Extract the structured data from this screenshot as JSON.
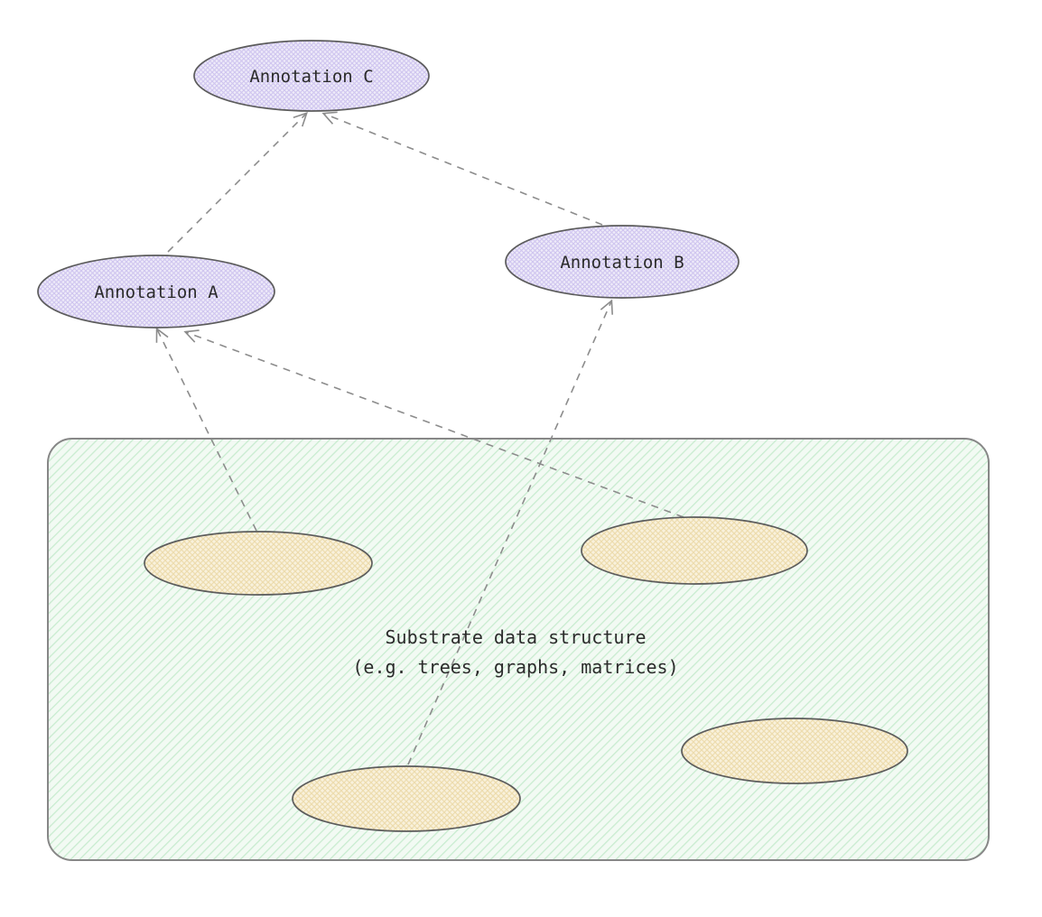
{
  "diagram": {
    "annotations": [
      {
        "id": "annotation-c",
        "label": "Annotation C"
      },
      {
        "id": "annotation-a",
        "label": "Annotation A"
      },
      {
        "id": "annotation-b",
        "label": "Annotation B"
      }
    ],
    "substrate": {
      "label_line1": "Substrate data structure",
      "label_line2": "(e.g. trees, graphs, matrices)",
      "region_count": 4
    },
    "edges": [
      {
        "from": "annotation-a",
        "to": "annotation-c",
        "style": "dashed-arrow"
      },
      {
        "from": "annotation-b",
        "to": "annotation-c",
        "style": "dashed-arrow"
      },
      {
        "from": "substrate-region-top-left",
        "to": "annotation-a",
        "style": "dashed-arrow"
      },
      {
        "from": "substrate-region-top-right",
        "to": "annotation-a",
        "style": "dashed-arrow"
      },
      {
        "from": "substrate-region-bottom-middle",
        "to": "annotation-b",
        "style": "dashed-arrow"
      }
    ],
    "colors": {
      "background": "#ffffff",
      "annotation_fill_base": "#eeebf9",
      "annotation_hatch": "#cfc5ef",
      "region_fill_base": "#f9f1dc",
      "region_hatch": "#eddcae",
      "substrate_fill_base": "#f2faf3",
      "substrate_hatch": "#c9ecd0",
      "shape_stroke": "#5c5c5c",
      "box_stroke": "#878787",
      "arrow_color": "#8c8c8c",
      "text_color": "#2b2b2b"
    }
  }
}
